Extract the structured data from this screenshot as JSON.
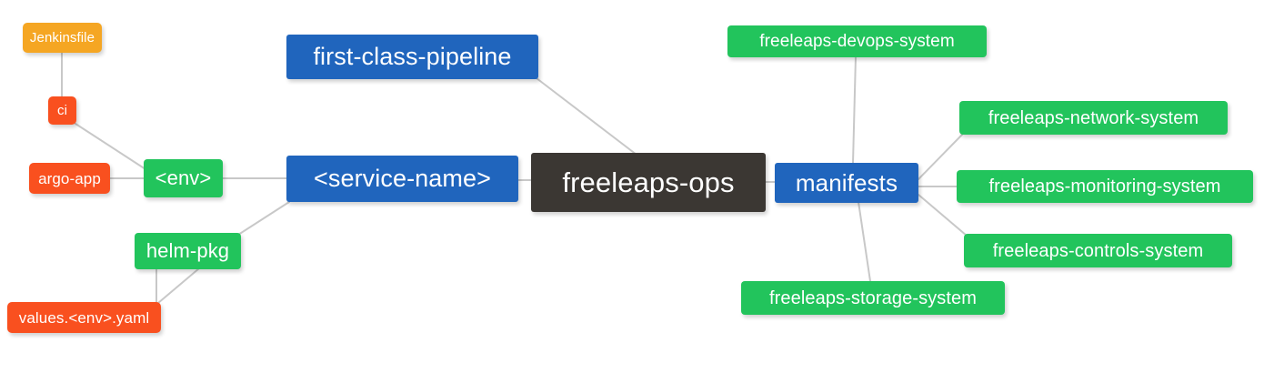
{
  "diagram": {
    "type": "mindmap",
    "title": "freeleaps-ops",
    "background_color": "#ffffff",
    "edge_color": "#c8c8c8",
    "palette": {
      "root": "#3b3733",
      "blue": "#2065bd",
      "green": "#22c45c",
      "orange": "#f5a623",
      "red": "#f9501f"
    },
    "nodes": {
      "root": {
        "label": "freeleaps-ops",
        "color": "#3b3733"
      },
      "service_name": {
        "label": "<service-name>",
        "color": "#2065bd"
      },
      "first_class_pipeline": {
        "label": "first-class-pipeline",
        "color": "#2065bd"
      },
      "manifests": {
        "label": "manifests",
        "color": "#2065bd"
      },
      "env": {
        "label": "<env>",
        "color": "#22c45c"
      },
      "helm_pkg": {
        "label": "helm-pkg",
        "color": "#22c45c"
      },
      "jenkinsfile": {
        "label": "Jenkinsfile",
        "color": "#f5a623"
      },
      "ci": {
        "label": "ci",
        "color": "#f9501f"
      },
      "argo_app": {
        "label": "argo-app",
        "color": "#f9501f"
      },
      "values_yaml": {
        "label": "values.<env>.yaml",
        "color": "#f9501f"
      },
      "devops_system": {
        "label": "freeleaps-devops-system",
        "color": "#22c45c"
      },
      "network_system": {
        "label": "freeleaps-network-system",
        "color": "#22c45c"
      },
      "monitoring_system": {
        "label": "freeleaps-monitoring-system",
        "color": "#22c45c"
      },
      "controls_system": {
        "label": "freeleaps-controls-system",
        "color": "#22c45c"
      },
      "storage_system": {
        "label": "freeleaps-storage-system",
        "color": "#22c45c"
      }
    },
    "edges": [
      {
        "from": "root",
        "to": "service_name"
      },
      {
        "from": "root",
        "to": "first_class_pipeline"
      },
      {
        "from": "root",
        "to": "manifests"
      },
      {
        "from": "service_name",
        "to": "env"
      },
      {
        "from": "service_name",
        "to": "helm_pkg"
      },
      {
        "from": "env",
        "to": "ci"
      },
      {
        "from": "env",
        "to": "argo_app"
      },
      {
        "from": "ci",
        "to": "jenkinsfile"
      },
      {
        "from": "helm_pkg",
        "to": "values_yaml"
      },
      {
        "from": "manifests",
        "to": "devops_system"
      },
      {
        "from": "manifests",
        "to": "network_system"
      },
      {
        "from": "manifests",
        "to": "monitoring_system"
      },
      {
        "from": "manifests",
        "to": "controls_system"
      },
      {
        "from": "manifests",
        "to": "storage_system"
      }
    ]
  }
}
